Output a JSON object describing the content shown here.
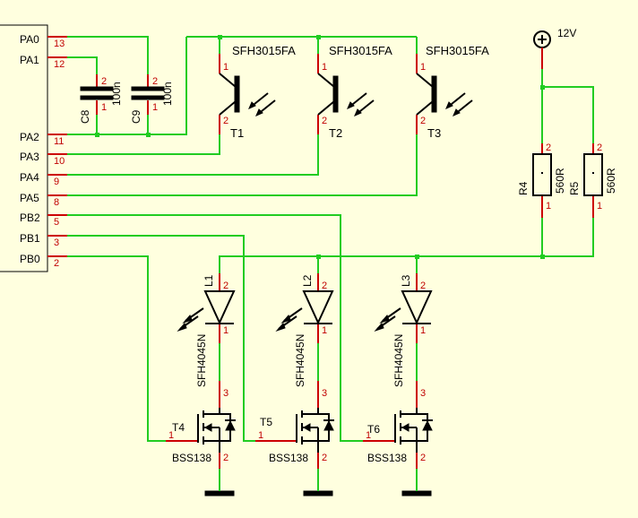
{
  "mcu": {
    "pins": [
      {
        "name": "PA0",
        "num": "13"
      },
      {
        "name": "PA1",
        "num": "12"
      },
      {
        "name": "PA2",
        "num": "11"
      },
      {
        "name": "PA3",
        "num": "10"
      },
      {
        "name": "PA4",
        "num": "9"
      },
      {
        "name": "PA5",
        "num": "8"
      },
      {
        "name": "PB2",
        "num": "5"
      },
      {
        "name": "PB1",
        "num": "3"
      },
      {
        "name": "PB0",
        "num": "2"
      }
    ]
  },
  "power": {
    "label": "12V",
    "symbol": "plus-in-circle"
  },
  "capacitors": [
    {
      "ref": "C8",
      "value": "100n",
      "pin_top": "2",
      "pin_bottom": "1"
    },
    {
      "ref": "C9",
      "value": "100n",
      "pin_top": "2",
      "pin_bottom": "1"
    }
  ],
  "phototransistors": [
    {
      "ref": "T1",
      "part": "SFH3015FA",
      "pin_top": "1",
      "pin_bottom": "2"
    },
    {
      "ref": "T2",
      "part": "SFH3015FA",
      "pin_top": "1",
      "pin_bottom": "2"
    },
    {
      "ref": "T3",
      "part": "SFH3015FA",
      "pin_top": "1",
      "pin_bottom": "2"
    }
  ],
  "resistors": [
    {
      "ref": "R4",
      "value": "560R",
      "pin_top": "2",
      "pin_bottom": "1"
    },
    {
      "ref": "R5",
      "value": "560R",
      "pin_top": "2",
      "pin_bottom": "1"
    }
  ],
  "leds": [
    {
      "ref": "L1",
      "part": "SFH4045N",
      "pin_top": "2",
      "pin_bottom": "1"
    },
    {
      "ref": "L2",
      "part": "SFH4045N",
      "pin_top": "2",
      "pin_bottom": "1"
    },
    {
      "ref": "L3",
      "part": "SFH4045N",
      "pin_top": "2",
      "pin_bottom": "1"
    }
  ],
  "mosfets": [
    {
      "ref": "T4",
      "part": "BSS138",
      "pin_drain": "3",
      "pin_gate": "1",
      "pin_source": "2"
    },
    {
      "ref": "T5",
      "part": "BSS138",
      "pin_drain": "3",
      "pin_gate": "1",
      "pin_source": "2"
    },
    {
      "ref": "T6",
      "part": "BSS138",
      "pin_drain": "3",
      "pin_gate": "1",
      "pin_source": "2"
    }
  ],
  "colors": {
    "background": "#ffffdf",
    "wire": "#22cc22",
    "pin": "#cc0000",
    "component": "#000000"
  }
}
